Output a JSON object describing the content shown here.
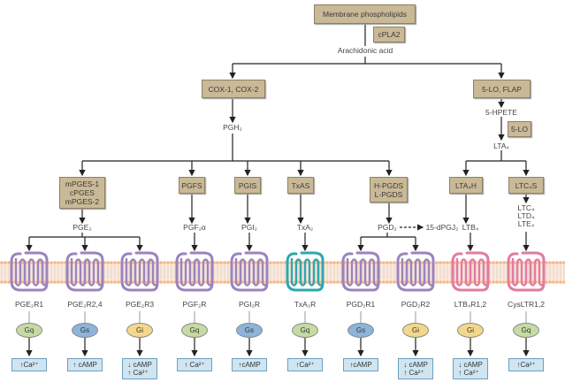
{
  "top": {
    "membrane_phospholipids": "Membrane phospholipids",
    "cpla2": "cPLA2",
    "arachidonic_acid": "Arachidonic acid"
  },
  "cox_branch": {
    "enzyme": "COX-1, COX-2",
    "product": "PGH₂"
  },
  "lo_branch": {
    "enzyme": "5-LO, FLAP",
    "intermediate": "5-HPETE",
    "enzyme2": "5-LO",
    "product": "LTA₄"
  },
  "enzymes": [
    {
      "label": "mPGES-1\ncPGES\nmPGES-2",
      "product": "PGE₂"
    },
    {
      "label": "PGFS",
      "product": "PGF₂α"
    },
    {
      "label": "PGIS",
      "product": "PGI₂"
    },
    {
      "label": "TxAS",
      "product": "TxA₂"
    },
    {
      "label": "H-PGDS\nL-PGDS",
      "product": "PGD₂"
    },
    {
      "label": "LTA₄H",
      "product": "LTB₄"
    },
    {
      "label": "LTC₄S",
      "product": "LTC₄\nLTD₄\nLTE₄"
    }
  ],
  "pgd2_metabolite": "15-dPGJ₂",
  "receptors": [
    {
      "name": "PGE₂R1",
      "color": "#9b84be",
      "gprotein": "Gq",
      "effect": "↑Ca²⁺"
    },
    {
      "name": "PGE₂R2,4",
      "color": "#9b84be",
      "gprotein": "Gs",
      "effect": "↑ cAMP"
    },
    {
      "name": "PGE₂R3",
      "color": "#9b84be",
      "gprotein": "Gi",
      "effect": "↓ cAMP\n↑ Ca²⁺"
    },
    {
      "name": "PGF₂R",
      "color": "#9b84be",
      "gprotein": "Gq",
      "effect": "↑ Ca²⁺"
    },
    {
      "name": "PGI₂R",
      "color": "#9b84be",
      "gprotein": "Gs",
      "effect": "↑cAMP"
    },
    {
      "name": "TxA₂R",
      "color": "#2fa6ad",
      "gprotein": "Gq",
      "effect": "↑Ca²⁺"
    },
    {
      "name": "PGD₂R1",
      "color": "#9b84be",
      "gprotein": "Gs",
      "effect": "↑cAMP"
    },
    {
      "name": "PGD₂R2",
      "color": "#9b84be",
      "gprotein": "Gi",
      "effect": "↓ cAMP\n↑ Ca²⁺"
    },
    {
      "name": "LTB₄R1,2",
      "color": "#e27ba3",
      "gprotein": "Gi",
      "effect": "↓ cAMP\n↑ Ca²⁺"
    },
    {
      "name": "CysLTR1,2",
      "color": "#e27ba3",
      "gprotein": "Gq",
      "effect": "↑Ca²⁺"
    }
  ],
  "gprotein_colors": {
    "Gq": "#c6dba4",
    "Gs": "#8db4da",
    "Gi": "#f3d88c"
  },
  "membrane_color": "#f3b98a"
}
